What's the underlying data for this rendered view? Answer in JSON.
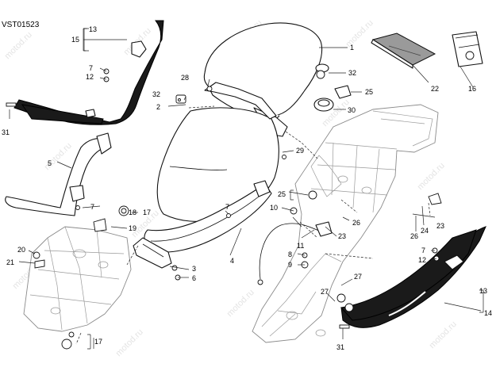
{
  "diagram_code": "VST01523",
  "watermark": "motod.ru",
  "callouts": {
    "c1": "1",
    "c2": "2",
    "c3": "3",
    "c4": "4",
    "c5": "5",
    "c6": "6",
    "c7a": "7",
    "c7b": "7",
    "c7c": "7",
    "c7d": "7",
    "c8": "8",
    "c9": "9",
    "c10": "10",
    "c11": "11",
    "c12a": "12",
    "c12b": "12",
    "c13a": "13",
    "c13b": "13",
    "c14": "14",
    "c15": "15",
    "c16": "16",
    "c17a": "17",
    "c17b": "17",
    "c18": "18",
    "c19": "19",
    "c20": "20",
    "c21": "21",
    "c22": "22",
    "c23a": "23",
    "c23b": "23",
    "c24": "24",
    "c25a": "25",
    "c25b": "25",
    "c26a": "26",
    "c26b": "26",
    "c27a": "27",
    "c27b": "27",
    "c28": "28",
    "c29": "29",
    "c30": "30",
    "c31a": "31",
    "c31b": "31",
    "c32a": "32",
    "c32b": "32"
  }
}
